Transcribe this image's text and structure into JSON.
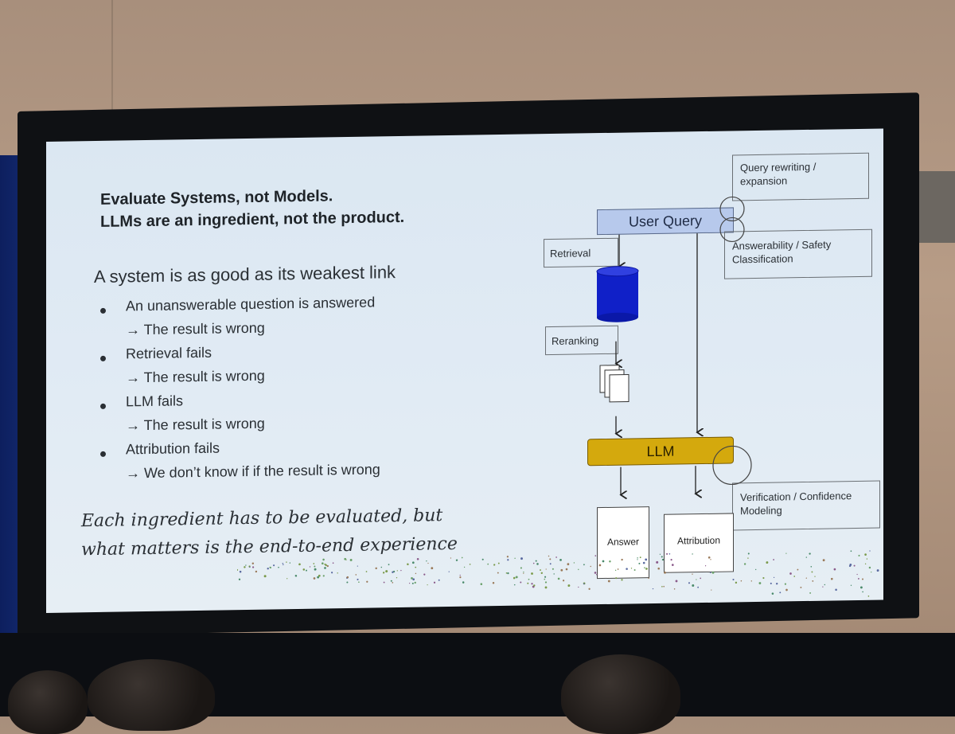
{
  "slide": {
    "title_line1": "Evaluate Systems, not Models.",
    "title_line2": "LLMs are an ingredient, not the product.",
    "subtitle": "A system is as good as its weakest link",
    "bullets": [
      {
        "main": "An unanswerable question is answered",
        "sub": "→ The result is wrong"
      },
      {
        "main": "Retrieval fails",
        "sub": "→ The result is wrong"
      },
      {
        "main": "LLM fails",
        "sub": "→ The result is wrong"
      },
      {
        "main": "Attribution fails",
        "sub": "→ We don’t know if if the result is wrong"
      }
    ],
    "handwritten_line1": "Each ingredient has to be evaluated, but",
    "handwritten_line2": "what matters is the end-to-end experience"
  },
  "diagram": {
    "query_rewriting": "Query rewriting / expansion",
    "user_query": "User Query",
    "retrieval": "Retrieval",
    "answerability": "Answerability / Safety Classification",
    "reranking": "Reranking",
    "llm": "LLM",
    "verification": "Verification / Confidence Modeling",
    "answer": "Answer",
    "attribution": "Attribution"
  },
  "colors": {
    "user_query_fill": "#b7c9ec",
    "llm_fill": "#d4a90d",
    "database_fill": "#1020c8"
  }
}
